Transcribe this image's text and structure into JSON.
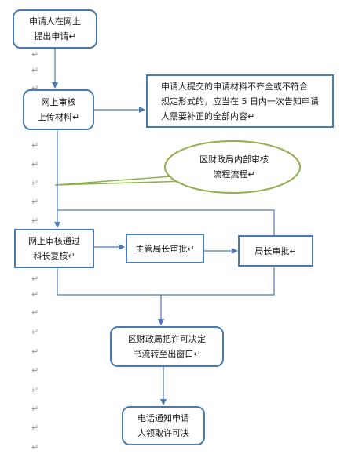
{
  "colors": {
    "box_border": "#4a7ab5",
    "arrow": "#4a7ab5",
    "bubble_border": "#8fb04a",
    "paragraph_mark": "#9a9a9a"
  },
  "paragraph_mark": "↵",
  "nodes": {
    "apply_online": {
      "lines": [
        "申请人在网上",
        "提出申请↵"
      ]
    },
    "online_review": {
      "lines": [
        "网上审核",
        "上传材料↵"
      ]
    },
    "incomplete_note": {
      "lines": [
        "申请人提交的申请材料不齐全或不符合",
        "规定形式的，应当在 5 日内一次告知申请",
        "人需要补正的全部内容↵"
      ]
    },
    "internal_process": {
      "lines": [
        "区财政局内部审核",
        "流程流程↵"
      ]
    },
    "section_review": {
      "lines": [
        "网上审核通过",
        "科长复核↵"
      ]
    },
    "deputy_approval": {
      "lines": [
        "主管局长审批↵"
      ]
    },
    "director_approval": {
      "lines": [
        "局长审批↵"
      ]
    },
    "decision_transfer": {
      "lines": [
        "区财政局把许可决定",
        "书流转至出窗口↵"
      ]
    },
    "phone_notify": {
      "lines": [
        "电话通知申请",
        "人领取许可决"
      ]
    }
  }
}
